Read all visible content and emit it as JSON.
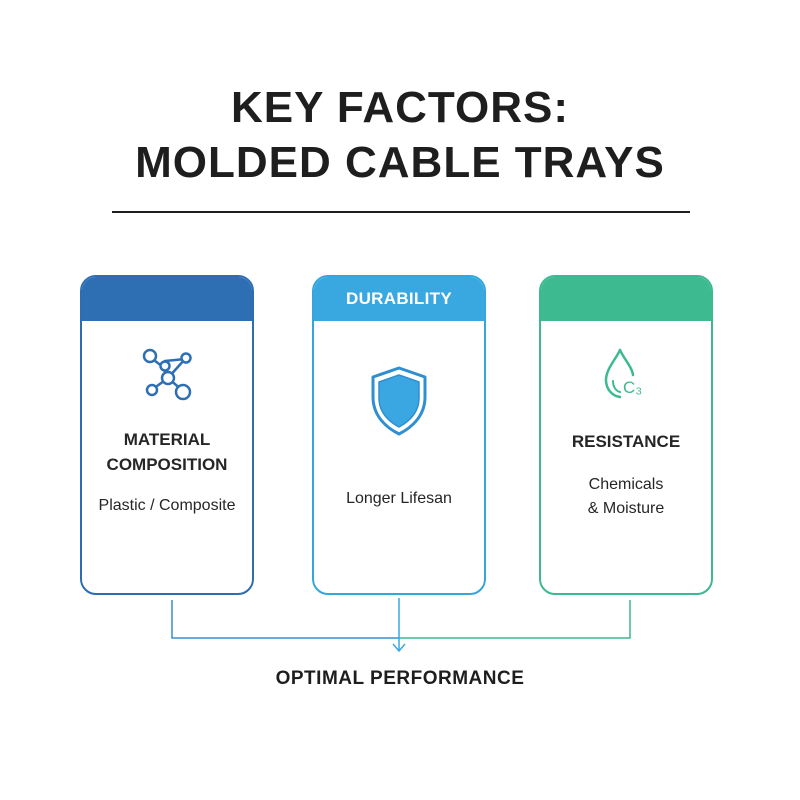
{
  "title": {
    "line1": "KEY FACTORS:",
    "line2": "MOLDED CABLE TRAYS"
  },
  "cards": [
    {
      "header": "",
      "icon": "molecule-network-icon",
      "subtitle_line1": "MATERIAL",
      "subtitle_line2": "COMPOSITION",
      "description": "Plastic / Composite",
      "color": "#2e6fb4"
    },
    {
      "header": "DURABILITY",
      "icon": "shield-icon",
      "description": "Longer Lifesan",
      "color": "#39a8e0"
    },
    {
      "header": "",
      "icon": "chemical-drop-icon",
      "subtitle": "RESISTANCE",
      "description_line1": "Chemicals",
      "description_line2": "& Moisture",
      "icon_text": "C₃",
      "color": "#3dba90"
    }
  ],
  "footer": "OPTIMAL PERFORMANCE"
}
